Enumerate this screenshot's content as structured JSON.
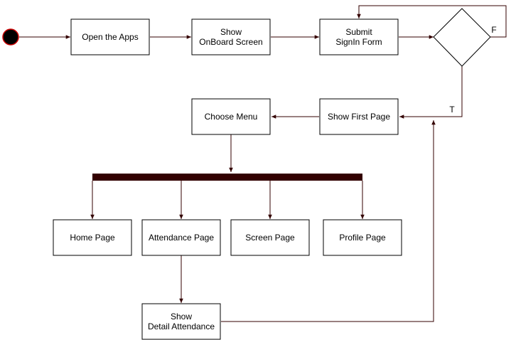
{
  "diagram": {
    "nodes": {
      "open_apps": {
        "lines": [
          "Open the Apps"
        ]
      },
      "show_onboard": {
        "lines": [
          "Show",
          "OnBoard Screen"
        ]
      },
      "submit_signin": {
        "lines": [
          "Submit",
          "SignIn Form"
        ]
      },
      "show_first_page": {
        "lines": [
          "Show First Page"
        ]
      },
      "choose_menu": {
        "lines": [
          "Choose Menu"
        ]
      },
      "home_page": {
        "lines": [
          "Home Page"
        ]
      },
      "attendance_page": {
        "lines": [
          "Attendance Page"
        ]
      },
      "screen_page": {
        "lines": [
          "Screen Page"
        ]
      },
      "profile_page": {
        "lines": [
          "Profile Page"
        ]
      },
      "show_detail_attendance": {
        "lines": [
          "Show",
          "Detail Attendance"
        ]
      }
    },
    "decision_labels": {
      "false_label": "F",
      "true_label": "T"
    },
    "colors": {
      "edge": "#330000",
      "start_fill": "#000000",
      "start_stroke": "#cc0000",
      "fork_bar": "#330000",
      "node_stroke": "#000000",
      "node_fill": "#ffffff"
    }
  }
}
